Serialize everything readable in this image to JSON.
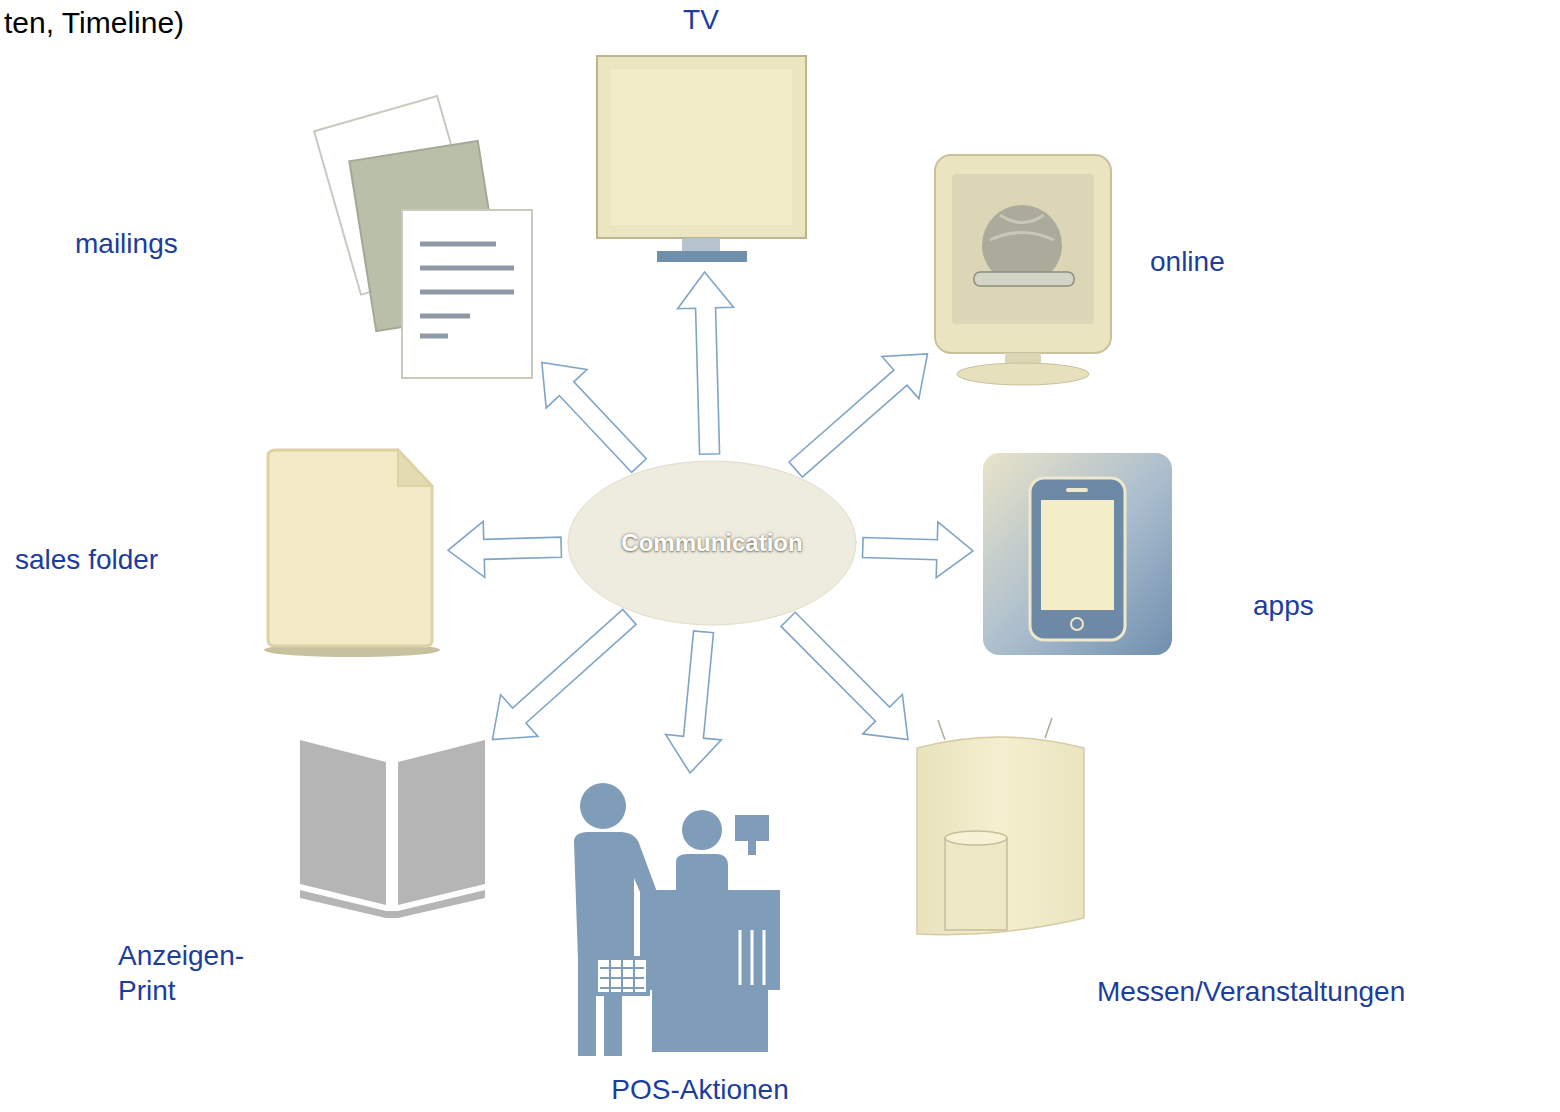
{
  "diagram": {
    "nodes": [
      {
        "text": [
          "Communication"
        ]
      },
      {
        "text": [
          "TV"
        ]
      },
      {
        "text": [
          "online"
        ]
      },
      {
        "text": [
          "apps"
        ]
      },
      {
        "text": [
          "Messen/Veranstaltungen"
        ]
      },
      {
        "text": [
          "POS-Aktionen"
        ]
      },
      {
        "text": [
          "Anzeigen- Print"
        ]
      },
      {
        "text": [
          "sales folder"
        ]
      },
      {
        "text": [
          "mailings"
        ]
      }
    ],
    "edges": [
      {
        "from": 0,
        "to": 1,
        "arrow": "to"
      },
      {
        "from": 0,
        "to": 2,
        "arrow": "to"
      },
      {
        "from": 0,
        "to": 3,
        "arrow": "to"
      },
      {
        "from": 0,
        "to": 4,
        "arrow": "to"
      },
      {
        "from": 0,
        "to": 5,
        "arrow": "to"
      },
      {
        "from": 0,
        "to": 6,
        "arrow": "to"
      },
      {
        "from": 0,
        "to": 7,
        "arrow": "to"
      },
      {
        "from": 0,
        "to": 8,
        "arrow": "to"
      }
    ],
    "labels": [
      "ten, Timeline)"
    ]
  }
}
